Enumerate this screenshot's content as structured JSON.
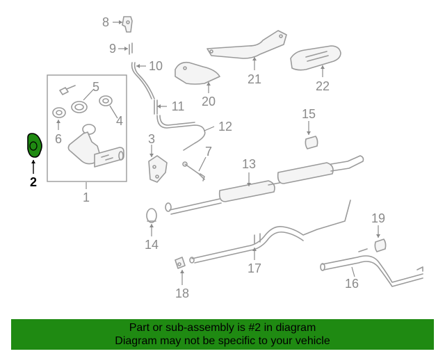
{
  "diagram": {
    "callouts": [
      {
        "id": "c1",
        "label": "1"
      },
      {
        "id": "c2",
        "label": "2",
        "highlighted": true
      },
      {
        "id": "c3",
        "label": "3"
      },
      {
        "id": "c4",
        "label": "4"
      },
      {
        "id": "c5",
        "label": "5"
      },
      {
        "id": "c6",
        "label": "6"
      },
      {
        "id": "c7",
        "label": "7"
      },
      {
        "id": "c8",
        "label": "8"
      },
      {
        "id": "c9",
        "label": "9"
      },
      {
        "id": "c10",
        "label": "10"
      },
      {
        "id": "c11",
        "label": "11"
      },
      {
        "id": "c12",
        "label": "12"
      },
      {
        "id": "c13",
        "label": "13"
      },
      {
        "id": "c14",
        "label": "14"
      },
      {
        "id": "c15",
        "label": "15"
      },
      {
        "id": "c16",
        "label": "16"
      },
      {
        "id": "c17",
        "label": "17"
      },
      {
        "id": "c18",
        "label": "18"
      },
      {
        "id": "c19",
        "label": "19"
      },
      {
        "id": "c20",
        "label": "20"
      },
      {
        "id": "c21",
        "label": "21"
      },
      {
        "id": "c22",
        "label": "22"
      }
    ],
    "highlight_color": "#1f8a12"
  },
  "footer": {
    "line1": "Part or sub-assembly is #2 in diagram",
    "line2": "Diagram may not be specific to your vehicle",
    "background": "#1f8a12"
  }
}
